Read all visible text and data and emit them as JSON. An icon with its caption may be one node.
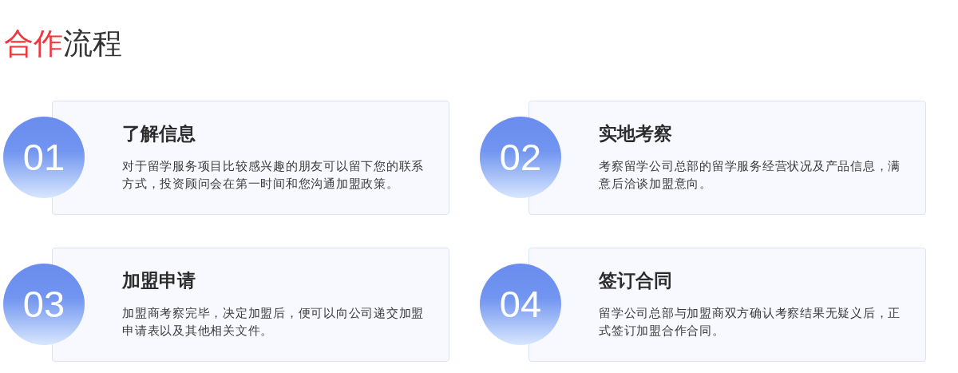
{
  "diagram": {
    "title": "合作流程",
    "nodes": [
      {
        "text": [
          "01"
        ]
      },
      {
        "text": [
          "了解信息",
          "对于留学服务项目比较感兴趣的朋友可以留下您的联系方式，投资顾问会在第一时间和您沟通加盟政策。"
        ]
      },
      {
        "text": [
          "02"
        ]
      },
      {
        "text": [
          "实地考察",
          "考察留学公司总部的留学服务经营状况及产品信息，满意后洽谈加盟意向。"
        ]
      },
      {
        "text": [
          "03"
        ]
      },
      {
        "text": [
          "加盟申请",
          "加盟商考察完毕，决定加盟后，便可以向公司递交加盟申请表以及其他相关文件。"
        ]
      },
      {
        "text": [
          "04"
        ]
      },
      {
        "text": [
          "签订合同",
          "留学公司总部与加盟商双方确认考察结果无疑义后，正式签订加盟合作合同。"
        ]
      }
    ]
  }
}
